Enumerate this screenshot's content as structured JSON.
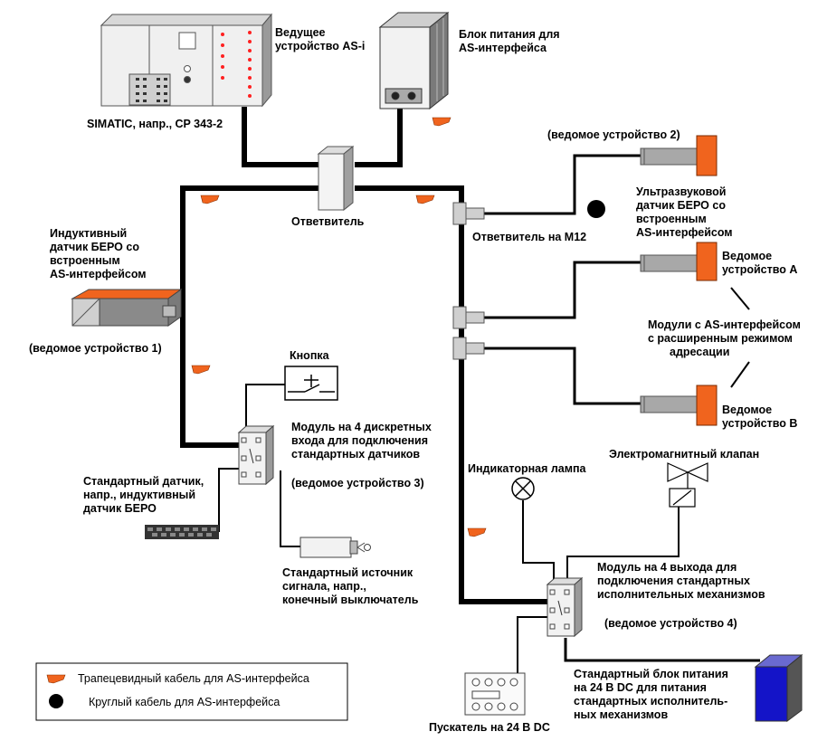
{
  "labels": {
    "master": [
      "Ведущее",
      "устройство AS-i"
    ],
    "power_supply": [
      "Блок питания для",
      "AS-интерфейса"
    ],
    "simatic": "SIMATIC, напр., CP 343-2",
    "slave2": "(ведомое устройство 2)",
    "ultrasonic": [
      "Ультразвуковой",
      "датчик БЕРО со",
      "встроенным",
      "AS-интерфейсом"
    ],
    "coupler": "Ответвитель",
    "coupler_m12": "Ответвитель на M12",
    "inductive": [
      "Индуктивный",
      "датчик БЕРО со",
      "встроенным",
      "AS-интерфейсом"
    ],
    "slave1": "(ведомое устройство 1)",
    "slave_a": [
      "Ведомое",
      "устройство A"
    ],
    "modules_ext": [
      "Модули с AS-интерфейсом",
      "с расширенным режимом",
      "адресации"
    ],
    "slave_b": [
      "Ведомое",
      "устройство B"
    ],
    "button": "Кнопка",
    "input_module": [
      "Модуль на 4 дискретных",
      "входа для подключения",
      "стандартных датчиков"
    ],
    "slave3": "(ведомое устройство 3)",
    "solenoid": "Электромагнитный клапан",
    "lamp": "Индикаторная лампа",
    "std_sensor": [
      "Стандартный датчик,",
      "напр., индуктивный",
      "датчик БЕРО"
    ],
    "signal_source": [
      "Стандартный источник",
      "сигнала,  напр.,",
      "конечный выключатель"
    ],
    "output_module": [
      "Модуль на 4 выхода для",
      "подключения стандартных",
      "исполнительных механизмов"
    ],
    "slave4": "(ведомое устройство 4)",
    "std_power": [
      "Стандартный блок питания",
      "на 24 В DC для питания",
      "стандартных исполнитель-",
      "ных механизмов"
    ],
    "starter": "Пускатель на 24 В DC"
  },
  "legend": {
    "trapezoid_cable": "Трапецевидный кабель для AS-интерфейса",
    "round_cable": "Круглый кабель для AS-интерфейса"
  },
  "colors": {
    "cable": "#000000",
    "trapezoid_marker": "#f0641e",
    "sensor_cap": "#f0641e",
    "power_block": "#1414c8",
    "led_red": "#ff2020"
  }
}
